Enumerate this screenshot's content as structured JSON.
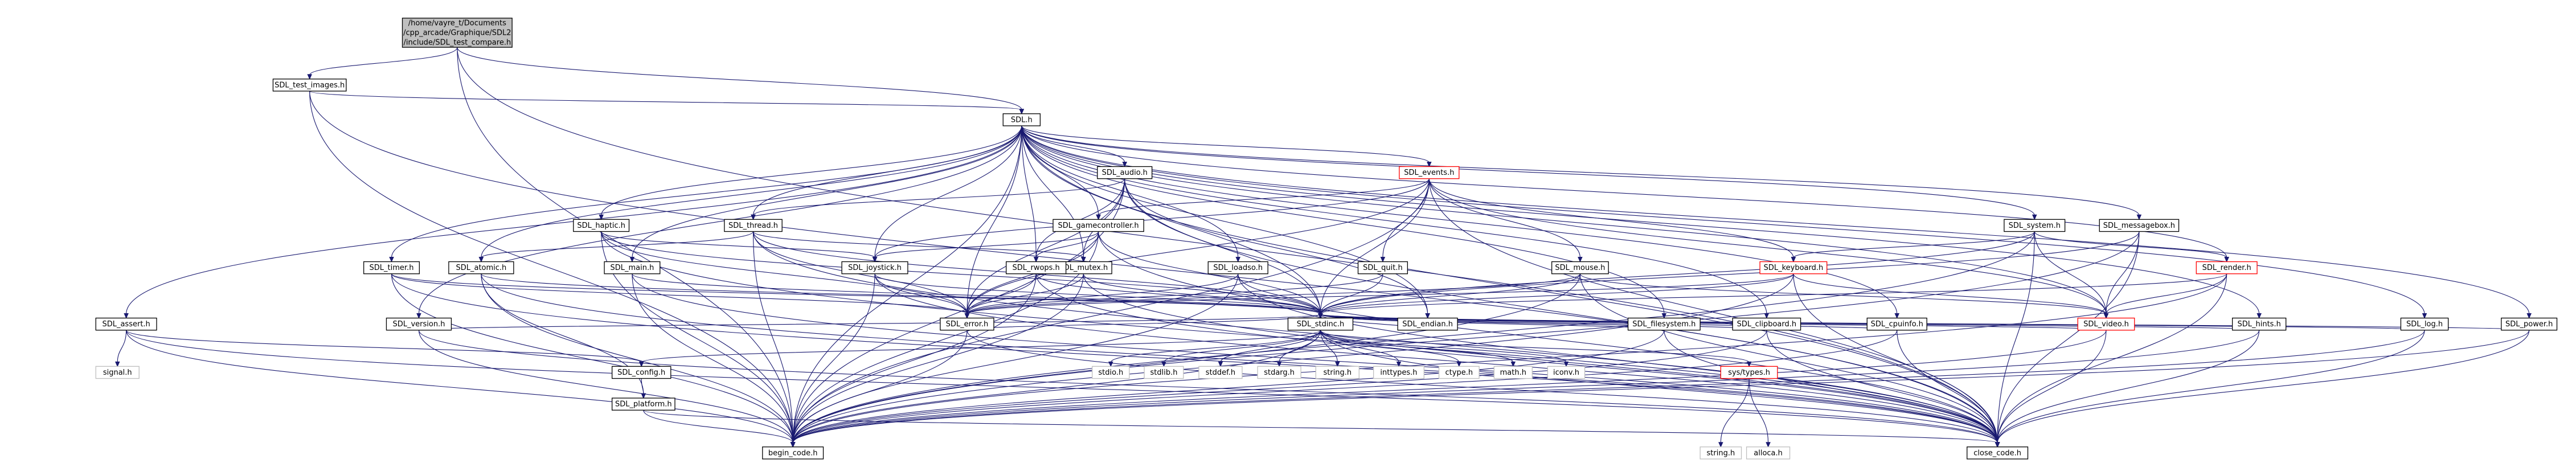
{
  "colors": {
    "root_fill": "#bfbfbf",
    "root_stroke": "#000000",
    "node_fill": "#ffffff",
    "node_stroke": "#000000",
    "trunc_stroke": "#ff0000",
    "system_stroke": "#bfbfbf",
    "system_text": "#808080",
    "edge": "#191970"
  },
  "nodes": [
    {
      "id": "root",
      "lines": [
        "/home/vayre_t/Documents",
        "/cpp_arcade/Graphique/SDL2",
        "/include/SDL_test_compare.h"
      ],
      "kind": "root"
    },
    {
      "id": "test_images",
      "label": "SDL_test_images.h",
      "kind": "normal"
    },
    {
      "id": "sdl",
      "label": "SDL.h",
      "kind": "normal"
    },
    {
      "id": "main",
      "label": "SDL_main.h",
      "kind": "normal"
    },
    {
      "id": "stdinc",
      "label": "SDL_stdinc.h",
      "kind": "normal"
    },
    {
      "id": "config",
      "label": "SDL_config.h",
      "kind": "normal"
    },
    {
      "id": "platform",
      "label": "SDL_platform.h",
      "kind": "normal"
    },
    {
      "id": "begin",
      "label": "begin_code.h",
      "kind": "normal"
    },
    {
      "id": "close",
      "label": "close_code.h",
      "kind": "normal"
    },
    {
      "id": "assert",
      "label": "SDL_assert.h",
      "kind": "normal"
    },
    {
      "id": "signal",
      "label": "signal.h",
      "kind": "system"
    },
    {
      "id": "atomic",
      "label": "SDL_atomic.h",
      "kind": "normal"
    },
    {
      "id": "audio",
      "label": "SDL_audio.h",
      "kind": "normal"
    },
    {
      "id": "error",
      "label": "SDL_error.h",
      "kind": "normal"
    },
    {
      "id": "endian",
      "label": "SDL_endian.h",
      "kind": "normal"
    },
    {
      "id": "mutex",
      "label": "SDL_mutex.h",
      "kind": "normal"
    },
    {
      "id": "thread",
      "label": "SDL_thread.h",
      "kind": "normal"
    },
    {
      "id": "rwops",
      "label": "SDL_rwops.h",
      "kind": "normal"
    },
    {
      "id": "clipboard",
      "label": "SDL_clipboard.h",
      "kind": "normal"
    },
    {
      "id": "cpuinfo",
      "label": "SDL_cpuinfo.h",
      "kind": "normal"
    },
    {
      "id": "events",
      "label": "SDL_events.h",
      "kind": "trunc"
    },
    {
      "id": "video",
      "label": "SDL_video.h",
      "kind": "trunc"
    },
    {
      "id": "keyboard",
      "label": "SDL_keyboard.h",
      "kind": "trunc"
    },
    {
      "id": "mouse",
      "label": "SDL_mouse.h",
      "kind": "normal"
    },
    {
      "id": "joystick",
      "label": "SDL_joystick.h",
      "kind": "normal"
    },
    {
      "id": "gamecontroller",
      "label": "SDL_gamecontroller.h",
      "kind": "normal"
    },
    {
      "id": "quit",
      "label": "SDL_quit.h",
      "kind": "normal"
    },
    {
      "id": "filesystem",
      "label": "SDL_filesystem.h",
      "kind": "normal"
    },
    {
      "id": "haptic",
      "label": "SDL_haptic.h",
      "kind": "normal"
    },
    {
      "id": "hints",
      "label": "SDL_hints.h",
      "kind": "normal"
    },
    {
      "id": "loadso",
      "label": "SDL_loadso.h",
      "kind": "normal"
    },
    {
      "id": "log",
      "label": "SDL_log.h",
      "kind": "normal"
    },
    {
      "id": "messagebox",
      "label": "SDL_messagebox.h",
      "kind": "normal"
    },
    {
      "id": "power",
      "label": "SDL_power.h",
      "kind": "normal"
    },
    {
      "id": "render",
      "label": "SDL_render.h",
      "kind": "trunc"
    },
    {
      "id": "system",
      "label": "SDL_system.h",
      "kind": "normal"
    },
    {
      "id": "timer",
      "label": "SDL_timer.h",
      "kind": "normal"
    },
    {
      "id": "version",
      "label": "SDL_version.h",
      "kind": "normal"
    },
    {
      "id": "sys_types",
      "label": "sys/types.h",
      "kind": "trunc"
    },
    {
      "id": "stdio",
      "label": "stdio.h",
      "kind": "system"
    },
    {
      "id": "stdlib",
      "label": "stdlib.h",
      "kind": "system"
    },
    {
      "id": "stddef",
      "label": "stddef.h",
      "kind": "system"
    },
    {
      "id": "stdarg",
      "label": "stdarg.h",
      "kind": "system"
    },
    {
      "id": "string",
      "label": "string.h",
      "kind": "system"
    },
    {
      "id": "inttypes",
      "label": "inttypes.h",
      "kind": "system"
    },
    {
      "id": "ctype",
      "label": "ctype.h",
      "kind": "system"
    },
    {
      "id": "math",
      "label": "math.h",
      "kind": "system"
    },
    {
      "id": "iconv",
      "label": "iconv.h",
      "kind": "system"
    },
    {
      "id": "string_h",
      "label": "string.h",
      "kind": "system"
    },
    {
      "id": "alloca",
      "label": "alloca.h",
      "kind": "system"
    }
  ],
  "edges": [
    [
      "root",
      "test_images"
    ],
    [
      "root",
      "sdl"
    ],
    [
      "root",
      "begin"
    ],
    [
      "root",
      "close"
    ],
    [
      "test_images",
      "sdl"
    ],
    [
      "test_images",
      "begin"
    ],
    [
      "test_images",
      "close"
    ],
    [
      "sdl",
      "main"
    ],
    [
      "sdl",
      "stdinc"
    ],
    [
      "sdl",
      "assert"
    ],
    [
      "sdl",
      "atomic"
    ],
    [
      "sdl",
      "audio"
    ],
    [
      "sdl",
      "clipboard"
    ],
    [
      "sdl",
      "cpuinfo"
    ],
    [
      "sdl",
      "endian"
    ],
    [
      "sdl",
      "error"
    ],
    [
      "sdl",
      "events"
    ],
    [
      "sdl",
      "filesystem"
    ],
    [
      "sdl",
      "gamecontroller"
    ],
    [
      "sdl",
      "haptic"
    ],
    [
      "sdl",
      "hints"
    ],
    [
      "sdl",
      "joystick"
    ],
    [
      "sdl",
      "loadso"
    ],
    [
      "sdl",
      "log"
    ],
    [
      "sdl",
      "messagebox"
    ],
    [
      "sdl",
      "mutex"
    ],
    [
      "sdl",
      "power"
    ],
    [
      "sdl",
      "render"
    ],
    [
      "sdl",
      "rwops"
    ],
    [
      "sdl",
      "system"
    ],
    [
      "sdl",
      "thread"
    ],
    [
      "sdl",
      "timer"
    ],
    [
      "sdl",
      "version"
    ],
    [
      "sdl",
      "video"
    ],
    [
      "sdl",
      "begin"
    ],
    [
      "sdl",
      "close"
    ],
    [
      "main",
      "stdinc"
    ],
    [
      "main",
      "begin"
    ],
    [
      "main",
      "close"
    ],
    [
      "stdinc",
      "config"
    ],
    [
      "stdinc",
      "sys_types"
    ],
    [
      "stdinc",
      "stdio"
    ],
    [
      "stdinc",
      "stdlib"
    ],
    [
      "stdinc",
      "stddef"
    ],
    [
      "stdinc",
      "stdarg"
    ],
    [
      "stdinc",
      "string"
    ],
    [
      "stdinc",
      "inttypes"
    ],
    [
      "stdinc",
      "ctype"
    ],
    [
      "stdinc",
      "math"
    ],
    [
      "stdinc",
      "iconv"
    ],
    [
      "stdinc",
      "begin"
    ],
    [
      "stdinc",
      "close"
    ],
    [
      "config",
      "platform"
    ],
    [
      "platform",
      "begin"
    ],
    [
      "platform",
      "close"
    ],
    [
      "sys_types",
      "string_h"
    ],
    [
      "sys_types",
      "alloca"
    ],
    [
      "assert",
      "config"
    ],
    [
      "assert",
      "begin"
    ],
    [
      "assert",
      "close"
    ],
    [
      "assert",
      "signal"
    ],
    [
      "atomic",
      "stdinc"
    ],
    [
      "atomic",
      "platform"
    ],
    [
      "atomic",
      "begin"
    ],
    [
      "atomic",
      "close"
    ],
    [
      "audio",
      "stdinc"
    ],
    [
      "audio",
      "error"
    ],
    [
      "audio",
      "endian"
    ],
    [
      "audio",
      "mutex"
    ],
    [
      "audio",
      "thread"
    ],
    [
      "audio",
      "rwops"
    ],
    [
      "audio",
      "begin"
    ],
    [
      "audio",
      "close"
    ],
    [
      "error",
      "stdinc"
    ],
    [
      "error",
      "begin"
    ],
    [
      "error",
      "close"
    ],
    [
      "endian",
      "stdinc"
    ],
    [
      "mutex",
      "stdinc"
    ],
    [
      "mutex",
      "error"
    ],
    [
      "mutex",
      "begin"
    ],
    [
      "mutex",
      "close"
    ],
    [
      "thread",
      "stdinc"
    ],
    [
      "thread",
      "error"
    ],
    [
      "thread",
      "atomic"
    ],
    [
      "thread",
      "mutex"
    ],
    [
      "thread",
      "begin"
    ],
    [
      "thread",
      "close"
    ],
    [
      "rwops",
      "stdinc"
    ],
    [
      "rwops",
      "error"
    ],
    [
      "rwops",
      "begin"
    ],
    [
      "rwops",
      "close"
    ],
    [
      "clipboard",
      "stdinc"
    ],
    [
      "clipboard",
      "begin"
    ],
    [
      "clipboard",
      "close"
    ],
    [
      "cpuinfo",
      "stdinc"
    ],
    [
      "cpuinfo",
      "begin"
    ],
    [
      "cpuinfo",
      "close"
    ],
    [
      "events",
      "stdinc"
    ],
    [
      "events",
      "error"
    ],
    [
      "events",
      "video"
    ],
    [
      "events",
      "keyboard"
    ],
    [
      "events",
      "mouse"
    ],
    [
      "events",
      "joystick"
    ],
    [
      "events",
      "gamecontroller"
    ],
    [
      "events",
      "quit"
    ],
    [
      "events",
      "begin"
    ],
    [
      "events",
      "close"
    ],
    [
      "video",
      "stdinc"
    ],
    [
      "video",
      "begin"
    ],
    [
      "video",
      "close"
    ],
    [
      "keyboard",
      "stdinc"
    ],
    [
      "keyboard",
      "error"
    ],
    [
      "keyboard",
      "video"
    ],
    [
      "keyboard",
      "begin"
    ],
    [
      "keyboard",
      "close"
    ],
    [
      "mouse",
      "stdinc"
    ],
    [
      "mouse",
      "error"
    ],
    [
      "mouse",
      "video"
    ],
    [
      "mouse",
      "begin"
    ],
    [
      "mouse",
      "close"
    ],
    [
      "joystick",
      "stdinc"
    ],
    [
      "joystick",
      "error"
    ],
    [
      "joystick",
      "begin"
    ],
    [
      "joystick",
      "close"
    ],
    [
      "gamecontroller",
      "stdinc"
    ],
    [
      "gamecontroller",
      "error"
    ],
    [
      "gamecontroller",
      "rwops"
    ],
    [
      "gamecontroller",
      "joystick"
    ],
    [
      "gamecontroller",
      "begin"
    ],
    [
      "gamecontroller",
      "close"
    ],
    [
      "quit",
      "stdinc"
    ],
    [
      "quit",
      "error"
    ],
    [
      "filesystem",
      "stdinc"
    ],
    [
      "filesystem",
      "begin"
    ],
    [
      "filesystem",
      "close"
    ],
    [
      "haptic",
      "stdinc"
    ],
    [
      "haptic",
      "error"
    ],
    [
      "haptic",
      "joystick"
    ],
    [
      "haptic",
      "begin"
    ],
    [
      "haptic",
      "close"
    ],
    [
      "hints",
      "stdinc"
    ],
    [
      "hints",
      "begin"
    ],
    [
      "hints",
      "close"
    ],
    [
      "loadso",
      "stdinc"
    ],
    [
      "loadso",
      "error"
    ],
    [
      "loadso",
      "begin"
    ],
    [
      "loadso",
      "close"
    ],
    [
      "log",
      "stdinc"
    ],
    [
      "log",
      "begin"
    ],
    [
      "log",
      "close"
    ],
    [
      "messagebox",
      "stdinc"
    ],
    [
      "messagebox",
      "video"
    ],
    [
      "messagebox",
      "begin"
    ],
    [
      "messagebox",
      "close"
    ],
    [
      "power",
      "stdinc"
    ],
    [
      "power",
      "begin"
    ],
    [
      "power",
      "close"
    ],
    [
      "render",
      "stdinc"
    ],
    [
      "render",
      "video"
    ],
    [
      "render",
      "begin"
    ],
    [
      "render",
      "close"
    ],
    [
      "system",
      "stdinc"
    ],
    [
      "system",
      "keyboard"
    ],
    [
      "system",
      "render"
    ],
    [
      "system",
      "video"
    ],
    [
      "system",
      "begin"
    ],
    [
      "system",
      "close"
    ],
    [
      "timer",
      "stdinc"
    ],
    [
      "timer",
      "error"
    ],
    [
      "timer",
      "begin"
    ],
    [
      "timer",
      "close"
    ],
    [
      "version",
      "stdinc"
    ],
    [
      "version",
      "begin"
    ],
    [
      "version",
      "close"
    ]
  ]
}
